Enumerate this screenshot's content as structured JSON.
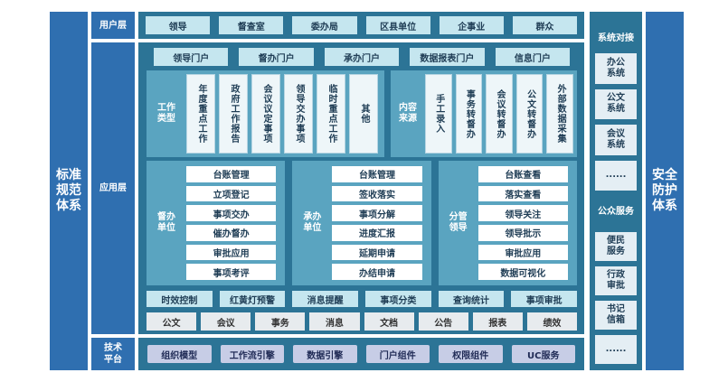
{
  "pillars": {
    "left": "标准\n规范\n体系",
    "right": "安全\n防护\n体系"
  },
  "layer_labels": {
    "user": "用户层",
    "app": "应用层",
    "tech": "技术\n平台"
  },
  "users": [
    "领导",
    "督查室",
    "委办局",
    "区县单位",
    "企事业",
    "群众"
  ],
  "portals": [
    "领导门户",
    "督办门户",
    "承办门户",
    "数据报表门户",
    "信息门户"
  ],
  "work_types": {
    "label": "工作\n类型",
    "items": [
      "年度重点工作",
      "政府工作报告",
      "会议议定事项",
      "领导交办事项",
      "临时重点工作",
      "其他"
    ]
  },
  "content_sources": {
    "label": "内容\n来源",
    "items": [
      "手工录入",
      "事务转督办",
      "会议转督办",
      "公文转督办",
      "外部数据采集"
    ]
  },
  "units": [
    {
      "label": "督办\n单位",
      "items": [
        "台账管理",
        "立项登记",
        "事项交办",
        "催办督办",
        "审批应用",
        "事项考评"
      ]
    },
    {
      "label": "承办\n单位",
      "items": [
        "台账管理",
        "签收落实",
        "事项分解",
        "进度汇报",
        "延期申请",
        "办结申请"
      ]
    },
    {
      "label": "分管\n领导",
      "items": [
        "台账查看",
        "落实查看",
        "领导关注",
        "领导批示",
        "审批应用",
        "数据可视化"
      ]
    }
  ],
  "features": [
    "时效控制",
    "红黄灯预警",
    "消息提醒",
    "事项分类",
    "查询统计",
    "事项审批"
  ],
  "modules": [
    "公文",
    "会议",
    "事务",
    "消息",
    "文档",
    "公告",
    "报表",
    "绩效"
  ],
  "platform": [
    "组织模型",
    "工作流引擎",
    "数据引擎",
    "门户组件",
    "权限组件",
    "UC服务"
  ],
  "side": {
    "docking_title": "系统对接",
    "docking": [
      "办公\n系统",
      "公文\n系统",
      "会议\n系统",
      "......"
    ],
    "public_title": "公众服务",
    "public": [
      "便民\n服务",
      "行政\n审批",
      "书记\n信箱",
      "......"
    ]
  }
}
